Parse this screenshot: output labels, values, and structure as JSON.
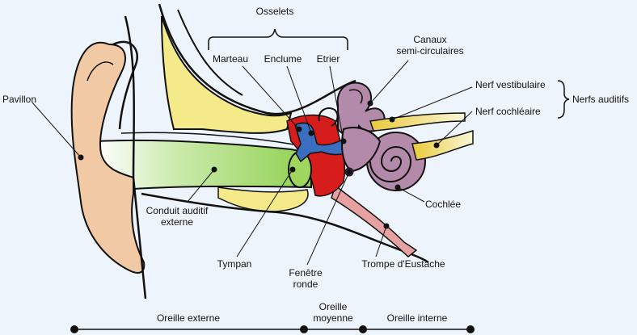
{
  "colors": {
    "background": "#eef4fb",
    "pinna": "#f1c9a5",
    "ear_canal": "#8fd14f",
    "middle_ear": "#d71c1c",
    "ossicles": "#3a6fc0",
    "inner_ear": "#b48aaa",
    "nerve": "#f2e24a",
    "bone": "#f5ea8a",
    "eustachian": "#e7a1a1"
  },
  "labels": {
    "osselets": "Osselets",
    "marteau": "Marteau",
    "enclume": "Enclume",
    "etrier": "Etrier",
    "canaux_line1": "Canaux",
    "canaux_line2": "semi-circulaires",
    "nerf_vestibulaire": "Nerf vestibulaire",
    "nerf_cochleaire": "Nerf cochléaire",
    "nerfs_auditifs": "Nerfs auditifs",
    "pavillon": "Pavillon",
    "conduit_line1": "Conduit auditif",
    "conduit_line2": "externe",
    "tympan": "Tympan",
    "fenetre_line1": "Fenêtre",
    "fenetre_line2": "ronde",
    "trompe": "Trompe d'Eustache",
    "cochlee": "Cochlée"
  },
  "regions": {
    "externe": "Oreille externe",
    "moyenne_line1": "Oreille",
    "moyenne_line2": "moyenne",
    "interne": "Oreille interne"
  }
}
